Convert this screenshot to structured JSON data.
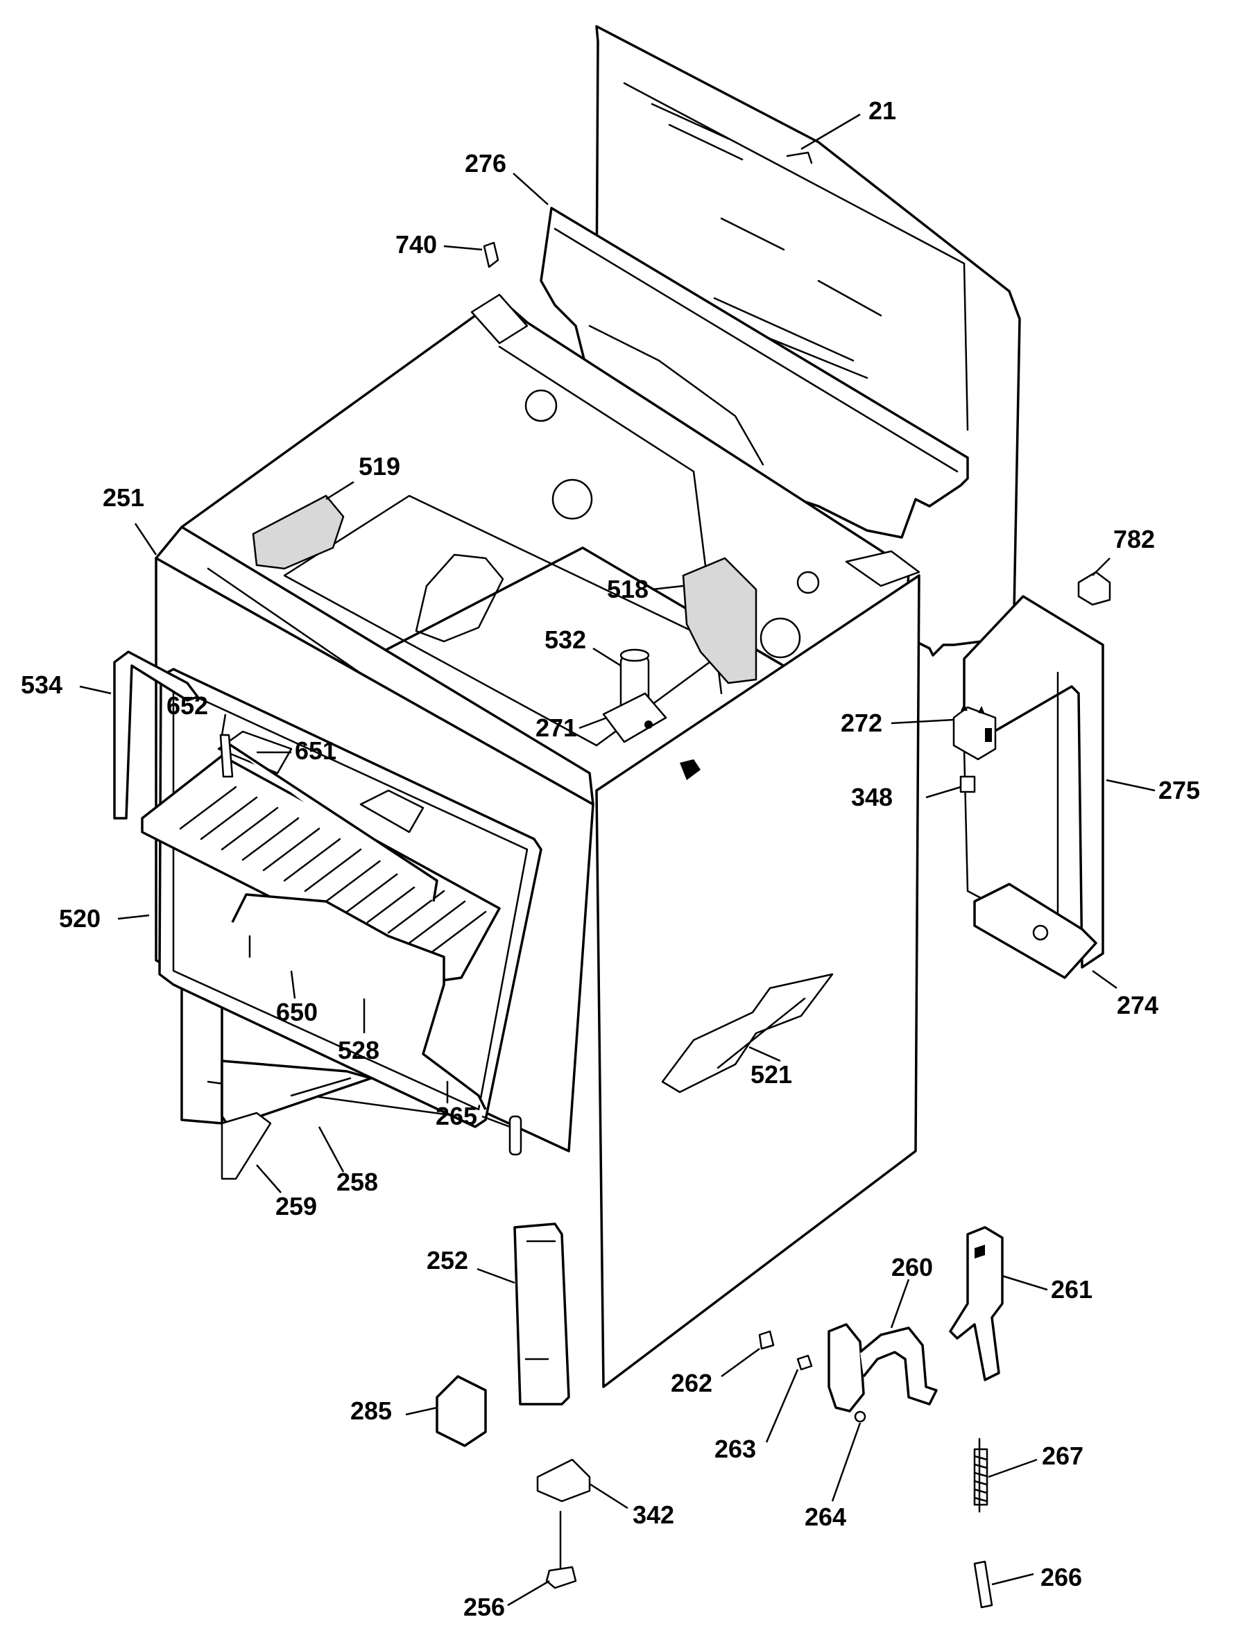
{
  "diagram": {
    "labels": [
      {
        "id": "21"
      },
      {
        "id": "276"
      },
      {
        "id": "740"
      },
      {
        "id": "519"
      },
      {
        "id": "251"
      },
      {
        "id": "782"
      },
      {
        "id": "518"
      },
      {
        "id": "532"
      },
      {
        "id": "534"
      },
      {
        "id": "272"
      },
      {
        "id": "271"
      },
      {
        "id": "652"
      },
      {
        "id": "651"
      },
      {
        "id": "348"
      },
      {
        "id": "275"
      },
      {
        "id": "520"
      },
      {
        "id": "274"
      },
      {
        "id": "650"
      },
      {
        "id": "528"
      },
      {
        "id": "521"
      },
      {
        "id": "265"
      },
      {
        "id": "258"
      },
      {
        "id": "259"
      },
      {
        "id": "252"
      },
      {
        "id": "260"
      },
      {
        "id": "261"
      },
      {
        "id": "262"
      },
      {
        "id": "285"
      },
      {
        "id": "263"
      },
      {
        "id": "267"
      },
      {
        "id": "264"
      },
      {
        "id": "342"
      },
      {
        "id": "266"
      },
      {
        "id": "256"
      }
    ]
  }
}
